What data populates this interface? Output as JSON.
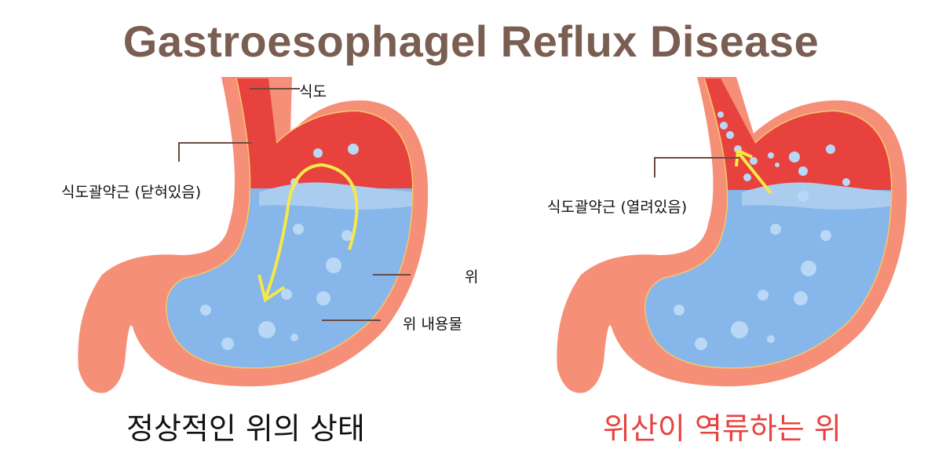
{
  "title": "Gastroesophagel Reflux Disease",
  "labels": {
    "esophagus": "식도",
    "sphincter_closed": "식도괄약근 (닫혀있음)",
    "sphincter_open": "식도괄약근 (열려있음)",
    "stomach": "위",
    "stomach_contents": "위 내용물"
  },
  "captions": {
    "normal": "정상적인 위의 상태",
    "reflux": "위산이 역류하는 위"
  },
  "colors": {
    "title": "#7a5e52",
    "stomach_wall": "#f58f78",
    "stomach_inner_red": "#e8423f",
    "contents_blue": "#86b6ea",
    "surface_blue": "#aacdef",
    "arrow_yellow": "#f7e84a",
    "caption_normal": "#111111",
    "caption_reflux": "#e8423f"
  }
}
